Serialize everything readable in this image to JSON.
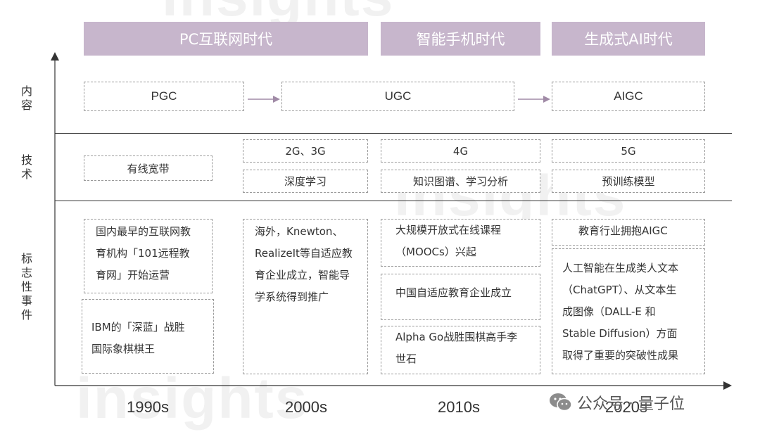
{
  "eras": [
    "PC互联网时代",
    "智能手机时代",
    "生成式AI时代"
  ],
  "rows": {
    "content_label": "内容",
    "tech_label": "技术",
    "events_label": "标志性事件"
  },
  "content": {
    "pgc": "PGC",
    "ugc": "UGC",
    "aigc": "AIGC"
  },
  "tech": {
    "t1990": "有线宽带",
    "t2000_a": "2G、3G",
    "t2000_b": "深度学习",
    "t2010_a": "4G",
    "t2010_b": "知识图谱、学习分析",
    "t2020_a": "5G",
    "t2020_b": "预训练模型"
  },
  "events": {
    "e1990_a": [
      "国内最早的互联网教",
      "育机构「101远程教",
      "育网」开始运营"
    ],
    "e1990_b": [
      "IBM的「深蓝」战胜",
      "国际象棋棋王"
    ],
    "e2000": [
      "海外，Knewton、",
      "RealizeIt等自适应教",
      "育企业成立，智能导",
      "学系统得到推广"
    ],
    "e2010_a": [
      "大规模开放式在线课程",
      "（MOOCs）兴起"
    ],
    "e2010_b": [
      "中国自适应教育企业成立"
    ],
    "e2010_c": [
      "Alpha Go战胜围棋高手李",
      "世石"
    ],
    "e2020_a": [
      "教育行业拥抱AIGC"
    ],
    "e2020_b": [
      "人工智能在生成类人文本",
      "（ChatGPT）、从文本生",
      "成图像（DALL-E 和",
      "Stable Diffusion）方面",
      "取得了重要的突破性成果"
    ]
  },
  "decades": [
    "1990s",
    "2000s",
    "2010s",
    "2020s"
  ],
  "watermark": {
    "text": "insights",
    "account": "公众号 · 量子位"
  },
  "colors": {
    "era_band": "#c7b6cc",
    "arrow": "#a08aa6",
    "axis": "#333333",
    "dashed_border": "#9a9a9a"
  }
}
